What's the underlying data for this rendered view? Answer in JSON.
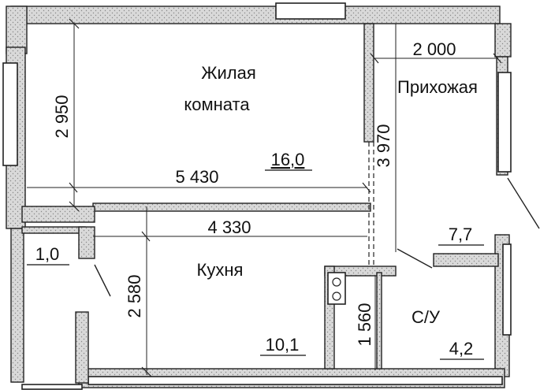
{
  "rooms": {
    "living": {
      "name_line1": "Жилая",
      "name_line2": "комната",
      "area": "16,0"
    },
    "hall": {
      "name": "Прихожая",
      "area": "7,7"
    },
    "kitchen": {
      "name": "Кухня",
      "area": "10,1"
    },
    "bath": {
      "name": "С/У",
      "area": "4,2"
    },
    "balcony": {
      "area": "1,0"
    }
  },
  "dimensions": {
    "living_height": "2 950",
    "living_width": "5 430",
    "hall_width": "2 000",
    "hall_height": "3 970",
    "kitchen_width": "4 330",
    "kitchen_height": "2 580",
    "bath_height": "1 560"
  },
  "colors": {
    "wall": "#cfcfcf",
    "line": "#222222",
    "background": "#ffffff"
  }
}
